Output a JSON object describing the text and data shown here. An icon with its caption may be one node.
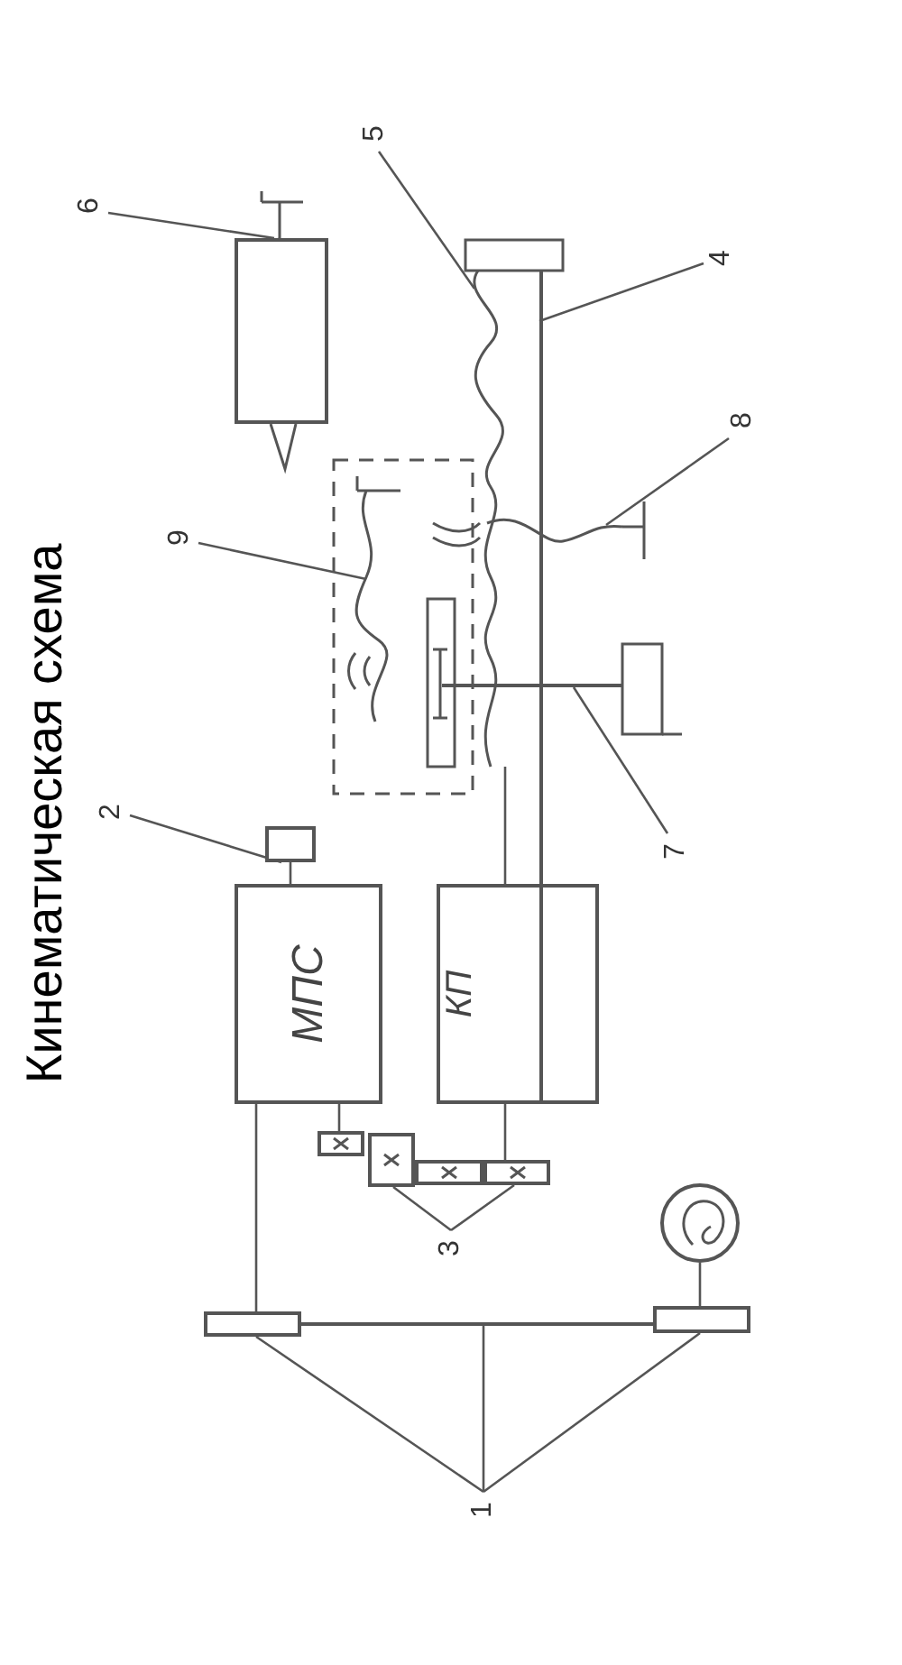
{
  "diagram": {
    "title": "Кинематическая схема",
    "nodes": [
      {
        "text": [
          "МПС"
        ]
      },
      {
        "text": [
          "КП"
        ]
      },
      {
        "text": [
          "1"
        ]
      },
      {
        "text": [],
        "shape": "bar"
      },
      {
        "text": [],
        "shape": "bar"
      },
      {
        "text": [],
        "shape": "bar"
      },
      {
        "text": [
          "2"
        ]
      },
      {
        "text": [],
        "shape": "box"
      },
      {
        "text": [
          "3"
        ]
      },
      {
        "text": [],
        "shape": "box"
      },
      {
        "text": [],
        "shape": "box"
      },
      {
        "text": [],
        "shape": "box"
      },
      {
        "text": [],
        "shape": "box"
      },
      {
        "text": [
          "4"
        ]
      },
      {
        "text": [],
        "shape": "bar"
      },
      {
        "text": [
          "5"
        ]
      },
      {
        "text": [],
        "shape": "picture"
      },
      {
        "text": [
          "6"
        ]
      },
      {
        "text": [],
        "shape": "box"
      },
      {
        "text": [
          "7"
        ]
      },
      {
        "text": [],
        "shape": "bar"
      },
      {
        "text": [
          "8"
        ]
      },
      {
        "text": [],
        "shape": "picture"
      },
      {
        "text": [
          "9"
        ]
      },
      {
        "text": [],
        "shape": "picture"
      },
      {
        "text": [],
        "shape": "circle"
      }
    ],
    "edges": [
      {
        "from": 2,
        "to": 3,
        "arrow": "none"
      },
      {
        "from": 2,
        "to": 4,
        "arrow": "none"
      },
      {
        "from": 2,
        "to": 5,
        "arrow": "none"
      },
      {
        "from": 6,
        "to": 7,
        "arrow": "none"
      },
      {
        "from": 8,
        "to": 10,
        "arrow": "none"
      },
      {
        "from": 8,
        "to": 12,
        "arrow": "none"
      },
      {
        "from": 13,
        "to": 14,
        "arrow": "none"
      },
      {
        "from": 15,
        "to": 16,
        "arrow": "none"
      },
      {
        "from": 17,
        "to": 18,
        "arrow": "none"
      },
      {
        "from": 19,
        "to": 20,
        "arrow": "none"
      },
      {
        "from": 21,
        "to": 22,
        "arrow": "none"
      },
      {
        "from": 23,
        "to": 24,
        "arrow": "none"
      },
      {
        "from": 0,
        "to": 3,
        "arrow": "none"
      },
      {
        "from": 0,
        "to": 9,
        "arrow": "none"
      },
      {
        "from": 7,
        "to": 0,
        "arrow": "none"
      },
      {
        "from": 16,
        "to": 1,
        "arrow": "none"
      },
      {
        "from": 5,
        "to": 25,
        "arrow": "none"
      },
      {
        "from": 1,
        "to": 12,
        "arrow": "none"
      }
    ]
  }
}
